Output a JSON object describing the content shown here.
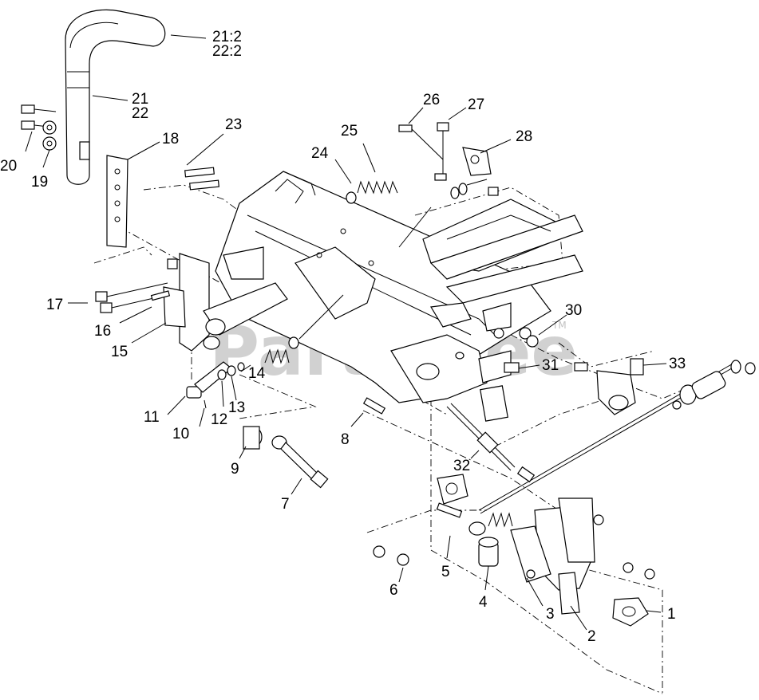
{
  "watermark": {
    "text": "PartsTree",
    "tm": "TM"
  },
  "callouts": [
    {
      "id": "c1",
      "label": "1"
    },
    {
      "id": "c2",
      "label": "2"
    },
    {
      "id": "c3",
      "label": "3"
    },
    {
      "id": "c4",
      "label": "4"
    },
    {
      "id": "c5",
      "label": "5"
    },
    {
      "id": "c6",
      "label": "6"
    },
    {
      "id": "c7",
      "label": "7"
    },
    {
      "id": "c8",
      "label": "8"
    },
    {
      "id": "c9",
      "label": "9"
    },
    {
      "id": "c10",
      "label": "10"
    },
    {
      "id": "c11",
      "label": "11"
    },
    {
      "id": "c12",
      "label": "12"
    },
    {
      "id": "c13",
      "label": "13"
    },
    {
      "id": "c14",
      "label": "14"
    },
    {
      "id": "c15",
      "label": "15"
    },
    {
      "id": "c16",
      "label": "16"
    },
    {
      "id": "c17",
      "label": "17"
    },
    {
      "id": "c18",
      "label": "18"
    },
    {
      "id": "c19",
      "label": "19"
    },
    {
      "id": "c20",
      "label": "20"
    },
    {
      "id": "c21",
      "label": "21"
    },
    {
      "id": "c22",
      "label": "22"
    },
    {
      "id": "c21_2",
      "label": "21:2"
    },
    {
      "id": "c22_2",
      "label": "22:2"
    },
    {
      "id": "c23",
      "label": "23"
    },
    {
      "id": "c24",
      "label": "24"
    },
    {
      "id": "c25",
      "label": "25"
    },
    {
      "id": "c26",
      "label": "26"
    },
    {
      "id": "c27",
      "label": "27"
    },
    {
      "id": "c28",
      "label": "28"
    },
    {
      "id": "c30",
      "label": "30"
    },
    {
      "id": "c31",
      "label": "31"
    },
    {
      "id": "c32",
      "label": "32"
    },
    {
      "id": "c33",
      "label": "33"
    }
  ]
}
